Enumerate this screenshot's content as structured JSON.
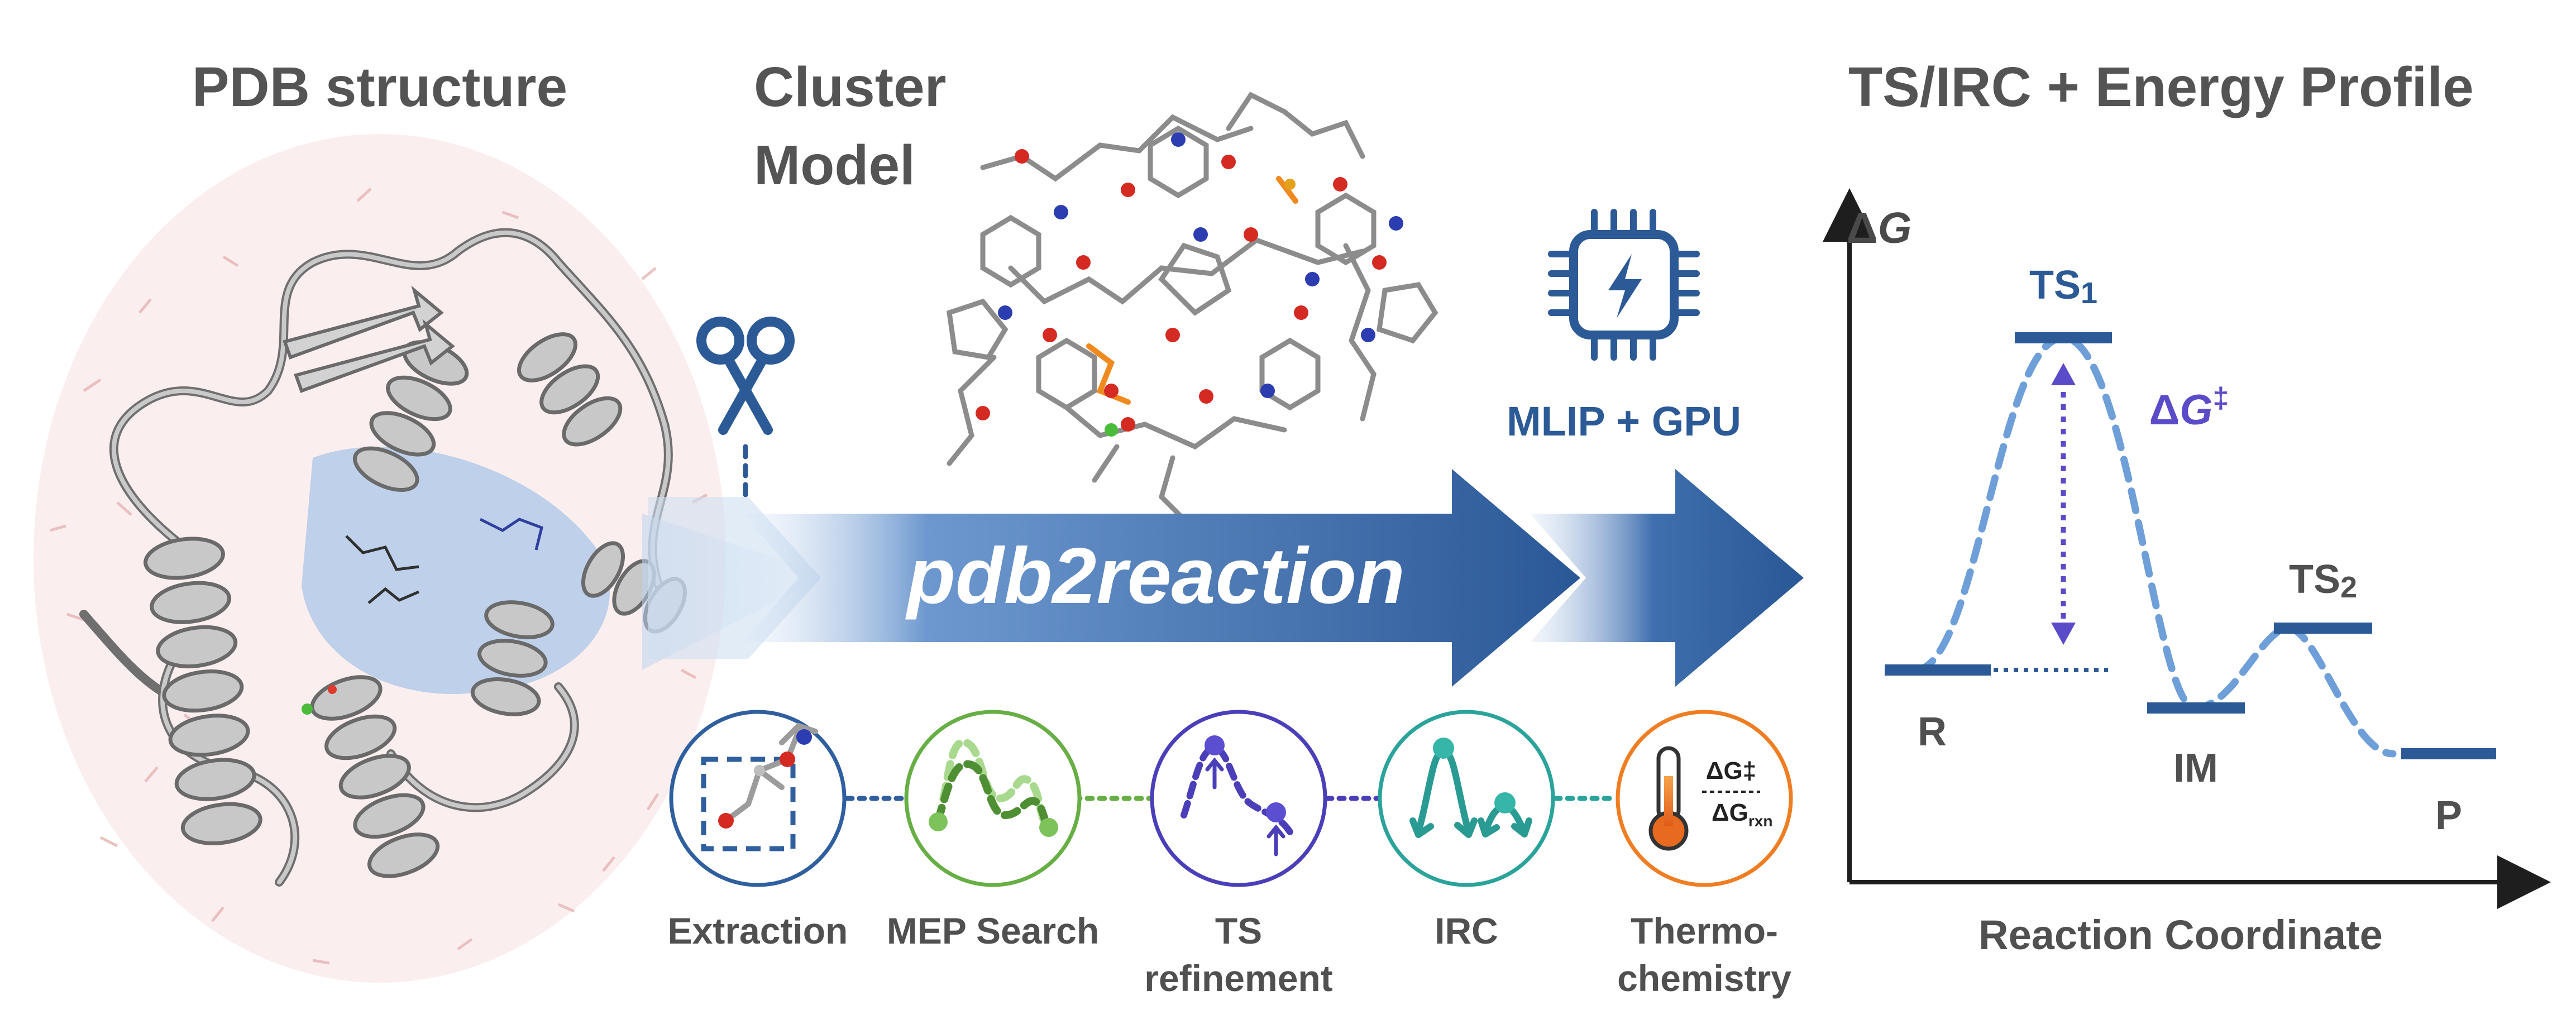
{
  "headings": {
    "pdb": "PDB structure",
    "cluster_line1": "Cluster",
    "cluster_line2": "Model",
    "ts_irc": "TS/IRC + Energy Profile"
  },
  "pipeline": {
    "title": "pdb2reaction",
    "mlip_label": "MLIP + GPU",
    "steps": [
      {
        "label_line1": "Extraction",
        "label_line2": "",
        "color": "#2f5f9e",
        "icon": "cluster-extraction-icon"
      },
      {
        "label_line1": "MEP Search",
        "label_line2": "",
        "color": "#67ae45",
        "icon": "mep-path-icon"
      },
      {
        "label_line1": "TS",
        "label_line2": "refinement",
        "color": "#4a3fb8",
        "icon": "ts-refinement-icon"
      },
      {
        "label_line1": "IRC",
        "label_line2": "",
        "color": "#2aa39a",
        "icon": "irc-icon"
      },
      {
        "label_line1": "Thermo-",
        "label_line2": "chemistry",
        "color": "#ef7d22",
        "icon": "thermometer-icon"
      }
    ],
    "thermo_numerator": "ΔG‡",
    "thermo_denominator_main": "ΔG",
    "thermo_denominator_sub": "rxn"
  },
  "energy_profile": {
    "y_axis_prefix": "Δ",
    "y_axis_var": "G",
    "x_axis_label": "Reaction Coordinate",
    "barrier_prefix": "Δ",
    "barrier_var": "G",
    "barrier_mark": "‡",
    "states": [
      {
        "label": "R",
        "sub": ""
      },
      {
        "label": "TS",
        "sub": "1"
      },
      {
        "label": "IM",
        "sub": ""
      },
      {
        "label": "TS",
        "sub": "2"
      },
      {
        "label": "P",
        "sub": ""
      }
    ]
  },
  "colors": {
    "heading_gray": "#545454",
    "pipeline_blue": "#2c5a97",
    "level_blue": "#2c5a97",
    "curve_blue": "#6f9fd8",
    "barrier_purple": "#5a4bc8"
  }
}
